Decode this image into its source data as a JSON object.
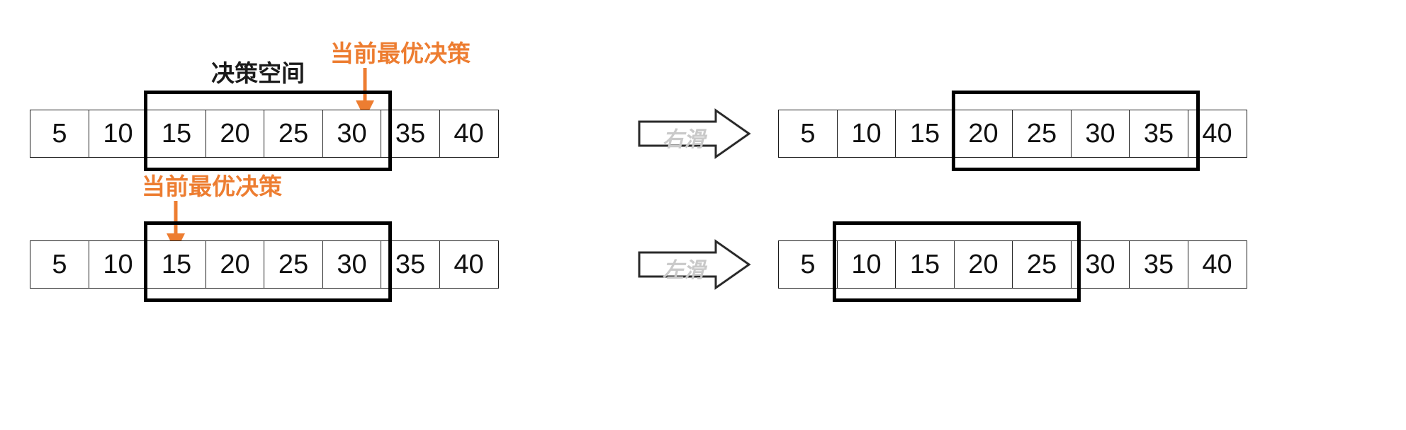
{
  "diagram": {
    "title_decision_space": "决策空间",
    "accent_color": "#ED7D31",
    "line_color": "#000000",
    "rows": [
      {
        "id": "row-right-slide",
        "before": {
          "values": [
            "5",
            "10",
            "15",
            "20",
            "25",
            "30",
            "35",
            "40"
          ],
          "window_start_index": 2,
          "window_end_index": 5,
          "pointer_index": 5,
          "pointer_label": "当前最优决策",
          "space_label": "决策空间"
        },
        "transition": {
          "label": "右滑"
        },
        "after": {
          "values": [
            "5",
            "10",
            "15",
            "20",
            "25",
            "30",
            "35",
            "40"
          ],
          "window_start_index": 3,
          "window_end_index": 6
        }
      },
      {
        "id": "row-left-slide",
        "before": {
          "values": [
            "5",
            "10",
            "15",
            "20",
            "25",
            "30",
            "35",
            "40"
          ],
          "window_start_index": 2,
          "window_end_index": 5,
          "pointer_index": 2,
          "pointer_label": "当前最优决策"
        },
        "transition": {
          "label": "左滑"
        },
        "after": {
          "values": [
            "5",
            "10",
            "15",
            "20",
            "25",
            "30",
            "35",
            "40"
          ],
          "window_start_index": 1,
          "window_end_index": 4
        }
      }
    ]
  }
}
